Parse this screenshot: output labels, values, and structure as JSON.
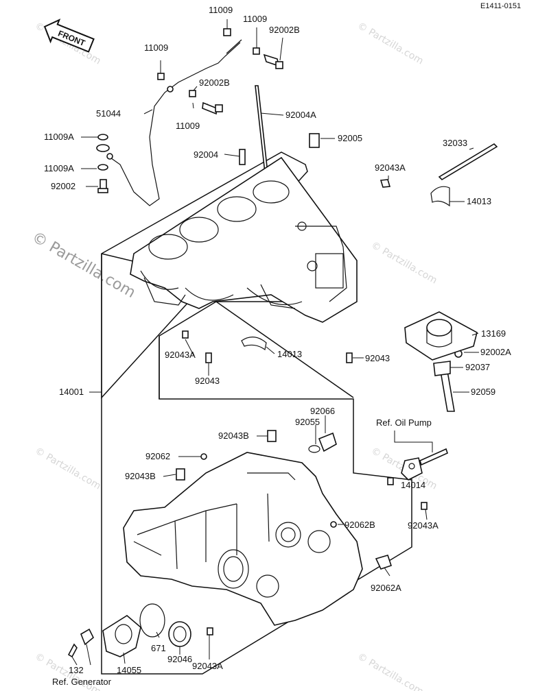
{
  "diagram_id": "E1411-0151",
  "front_label": "FRONT",
  "watermark": "© Partzilla.com",
  "labels": {
    "p11009_a": "11009",
    "p11009_b": "11009",
    "p92002B_a": "92002B",
    "p11009_c": "11009",
    "p92002B_b": "92002B",
    "p51044": "51044",
    "p11009_d": "11009",
    "p92004A": "92004A",
    "p11009A_a": "11009A",
    "p92005": "92005",
    "p32033": "32033",
    "p92004": "92004",
    "p92043A_a": "92043A",
    "p11009A_b": "11009A",
    "p92002": "92002",
    "p14013_a": "14013",
    "p13169": "13169",
    "p92043A_b": "92043A",
    "p14013_b": "14013",
    "p92043_a": "92043",
    "p92002A": "92002A",
    "p92037": "92037",
    "p92043_b": "92043",
    "p14001": "14001",
    "p92059": "92059",
    "p92066": "92066",
    "ref_oil_pump": "Ref. Oil Pump",
    "p92043B_a": "92043B",
    "p92055": "92055",
    "p92062": "92062",
    "p92043B_b": "92043B",
    "p14014": "14014",
    "p92062B": "92062B",
    "p92043A_c": "92043A",
    "p92062A": "92062A",
    "p671": "671",
    "p92046": "92046",
    "p92043A_d": "92043A",
    "p132": "132",
    "p14055": "14055",
    "ref_generator": "Ref. Generator"
  }
}
